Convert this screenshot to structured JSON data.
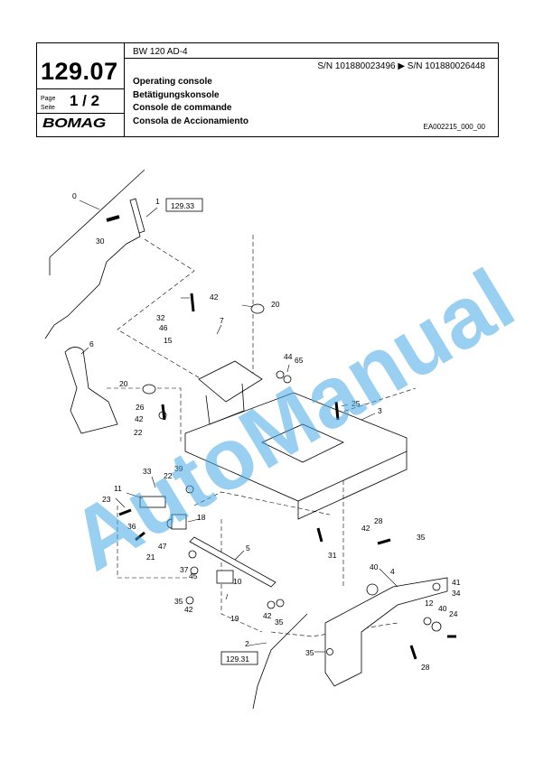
{
  "header": {
    "model": "BW 120 AD-4",
    "serial_range": "S/N 101880023496  ▶  S/N 101880026448",
    "page_number": "129.07",
    "page_label": "Page\nSeite",
    "page_of": "1 / 2",
    "logo": "BOMAG",
    "titles": [
      "Operating console",
      "Betätigungskonsole",
      "Console de commande",
      "Consola de Accionamiento"
    ],
    "drawing_number": "EA002215_000_00"
  },
  "diagram": {
    "references": [
      "129.33",
      "129.31"
    ],
    "callouts": [
      "0",
      "1",
      "30",
      "42",
      "20",
      "32",
      "46",
      "7",
      "15",
      "6",
      "44",
      "65",
      "25",
      "3",
      "20",
      "26",
      "42",
      "22",
      "33",
      "39",
      "22",
      "11",
      "23",
      "36",
      "18",
      "47",
      "21",
      "37",
      "45",
      "5",
      "10",
      "35",
      "42",
      "19",
      "42",
      "35",
      "2",
      "35",
      "28",
      "42",
      "35",
      "40",
      "4",
      "41",
      "34",
      "12",
      "40",
      "24",
      "28",
      "31"
    ]
  },
  "watermark": "AutoManual"
}
